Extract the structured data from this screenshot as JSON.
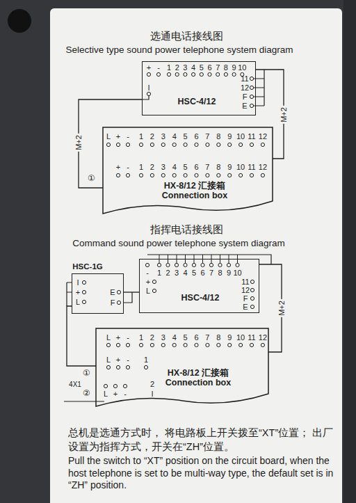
{
  "diagram": {
    "title": "选通电话接线图",
    "nodes": [
      {
        "text": [
          "HSC-4/12"
        ]
      },
      {
        "text": [
          "HX-8/12 汇接箱 Connection box"
        ]
      },
      {
        "text": [
          "HSC-1G"
        ]
      },
      {
        "text": [
          "HSC-4/12"
        ]
      },
      {
        "text": [
          "HX-8/12 汇接箱 Connection box"
        ]
      }
    ],
    "edges": [
      {
        "from": 0,
        "to": 1,
        "arrow": "none",
        "label": "M+2"
      },
      {
        "from": 0,
        "to": 1,
        "arrow": "none",
        "label": "M+2"
      },
      {
        "from": 2,
        "to": 3,
        "arrow": "none"
      },
      {
        "from": 3,
        "to": 4,
        "arrow": "none",
        "label": "M+2"
      },
      {
        "from": 2,
        "to": 4,
        "arrow": "none"
      }
    ],
    "labels": [
      "Selective type sound power telephone system diagram",
      "+",
      "-",
      "1",
      "2",
      "3",
      "4",
      "5",
      "6",
      "7",
      "8",
      "9",
      "10",
      "11",
      "12",
      "F",
      "E",
      "I",
      "L",
      "+",
      "-",
      "1",
      "2",
      "3",
      "4",
      "5",
      "6",
      "7",
      "8",
      "9",
      "10",
      "11",
      "12",
      "+",
      "-",
      "1",
      "2",
      "3",
      "4",
      "5",
      "6",
      "7",
      "8",
      "9",
      "10",
      "11",
      "12",
      "①",
      "指挥电话接线图",
      "Command sound power telephone system diagram",
      "I",
      "+",
      "L",
      "E",
      "F",
      "-",
      "1",
      "2",
      "3",
      "4",
      "5",
      "6",
      "7",
      "8",
      "9",
      "10",
      "+",
      "L",
      "11",
      "12",
      "F",
      "E",
      "L",
      "+",
      "-",
      "1",
      "2",
      "3",
      "4",
      "5",
      "6",
      "7",
      "8",
      "9",
      "10",
      "11",
      "12",
      "L",
      "+",
      "-",
      "1",
      "①",
      "4X1",
      "②",
      "L",
      "+",
      "-",
      "2",
      "I",
      "总机是选通方式时， 将电路板上开关拨至“XT”位置； 出厂设置为指挥方式，开关在“ZH”位置。",
      "Pull the switch to “XT” position on the circuit board, when the host telephone is set to be multi-way type, the default set is in “ZH” position."
    ]
  }
}
